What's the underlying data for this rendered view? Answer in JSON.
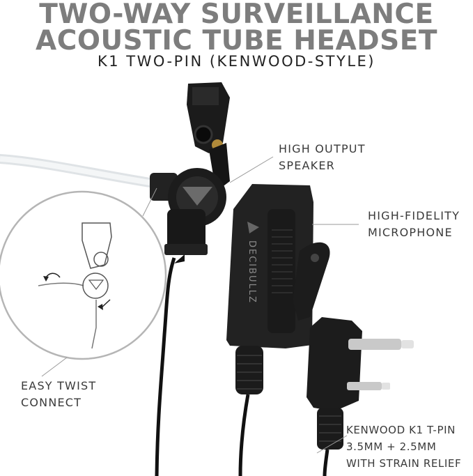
{
  "title": {
    "line1": "TWO-WAY SURVEILLANCE",
    "line2": "ACOUSTIC TUBE HEADSET",
    "subtitle": "K1 TWO-PIN (KENWOOD-STYLE)"
  },
  "callouts": {
    "speaker": [
      "HIGH OUTPUT",
      "SPEAKER"
    ],
    "microphone": [
      "HIGH-FIDELITY",
      "MICROPHONE"
    ],
    "twist": [
      "EASY TWIST",
      "CONNECT"
    ],
    "connector": [
      "KENWOOD K1 T-PIN",
      "3.5MM + 2.5MM",
      "WITH STRAIN RELIEF"
    ]
  },
  "brand": {
    "logo_text": "DECIBULLZ"
  },
  "colors": {
    "title": "#7d7d7d",
    "device": "#1a1a1a",
    "pin": "#c9c9c9"
  }
}
